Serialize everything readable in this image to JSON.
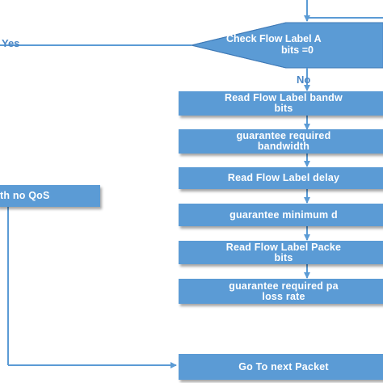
{
  "colors": {
    "node_fill": "#5b9bd5",
    "line": "#5b9bd5",
    "label": "#4a86c5"
  },
  "decision": {
    "line1": "Check Flow Label A",
    "line2": "bits =0"
  },
  "edges": {
    "yes": "Yes",
    "no": "No"
  },
  "left_box": {
    "text": "th no QoS"
  },
  "steps": [
    {
      "line1": "Read Flow Label bandw",
      "line2": "bits"
    },
    {
      "line1": "guarantee required",
      "line2": "bandwidth"
    },
    {
      "line1": "Read Flow Label delay",
      "line2": ""
    },
    {
      "line1": "guarantee minimum d",
      "line2": ""
    },
    {
      "line1": "Read Flow Label Packe",
      "line2": "bits"
    },
    {
      "line1": "guarantee required pa",
      "line2": "loss rate"
    }
  ],
  "final": {
    "text": "Go To next Packet"
  }
}
